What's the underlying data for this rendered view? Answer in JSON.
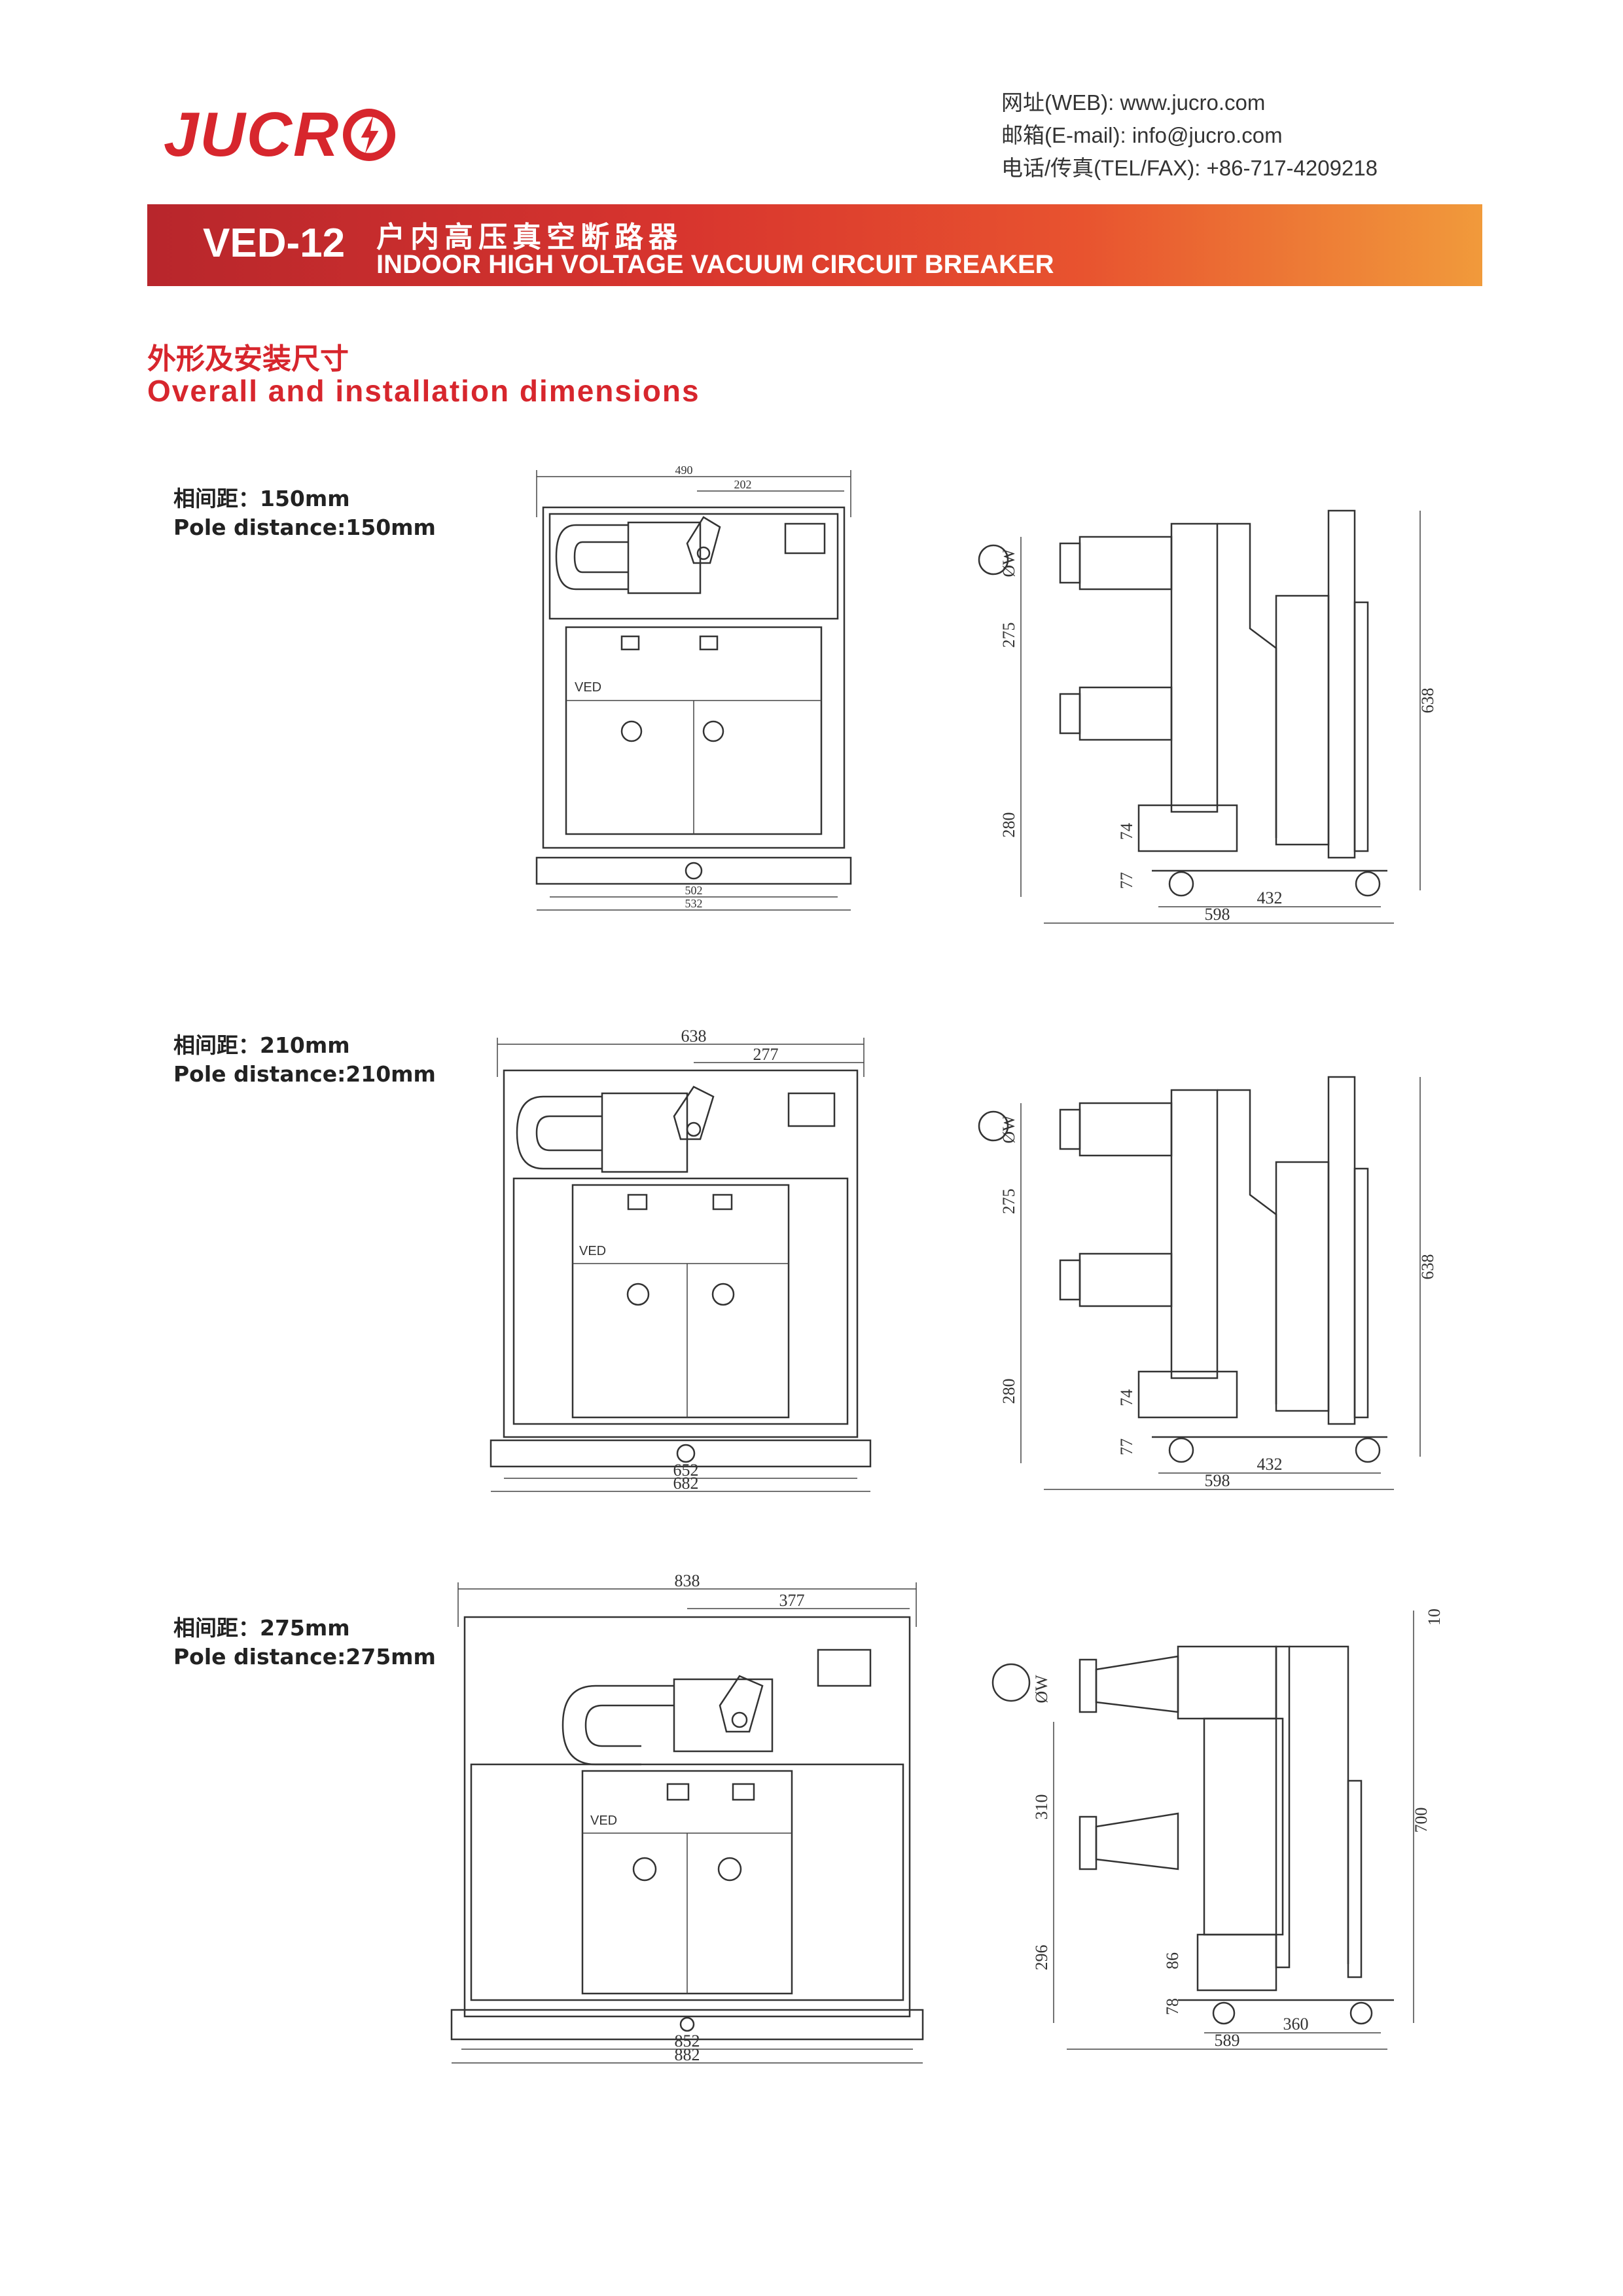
{
  "brand": {
    "name": "JUCR",
    "accent": "#d7262d",
    "logo_icon": "lightning-circle-icon"
  },
  "contact": {
    "web": "网址(WEB): www.jucro.com",
    "email": "邮箱(E-mail): info@jucro.com",
    "tel": "电话/传真(TEL/FAX): +86-717-4209218"
  },
  "banner": {
    "model": "VED-12",
    "title_cn": "户内高压真空断路器",
    "title_en": "INDOOR HIGH VOLTAGE VACUUM CIRCUIT BREAKER",
    "gradient": [
      "#b8262c",
      "#d8352e",
      "#e8532f",
      "#f19a3b"
    ]
  },
  "section": {
    "title_cn": "外形及安装尺寸",
    "title_en": "Overall and installation dimensions"
  },
  "variants": [
    {
      "label_cn": "相间距：150mm",
      "label_en": "Pole distance:150mm",
      "front": {
        "width": "490",
        "half": "202",
        "inner": "502",
        "outer": "532",
        "panel_text": "VED"
      },
      "side": {
        "dia": "ØW",
        "upper": "275",
        "lower": "280",
        "base": "74",
        "foot": "77",
        "height": "638",
        "wheel": "432",
        "depth": "598"
      }
    },
    {
      "label_cn": "相间距：210mm",
      "label_en": "Pole distance:210mm",
      "front": {
        "width": "638",
        "half": "277",
        "inner": "652",
        "outer": "682",
        "panel_text": "VED"
      },
      "side": {
        "dia": "ØW",
        "upper": "275",
        "lower": "280",
        "base": "74",
        "foot": "77",
        "height": "638",
        "wheel": "432",
        "depth": "598"
      }
    },
    {
      "label_cn": "相间距：275mm",
      "label_en": "Pole distance:275mm",
      "front": {
        "width": "838",
        "half": "377",
        "inner": "852",
        "outer": "882",
        "panel_text": "VED"
      },
      "side": {
        "dia": "ØW",
        "upper": "310",
        "lower": "296",
        "base": "86",
        "foot": "78",
        "height": "700",
        "top": "10",
        "wheel": "360",
        "depth": "589"
      }
    }
  ]
}
